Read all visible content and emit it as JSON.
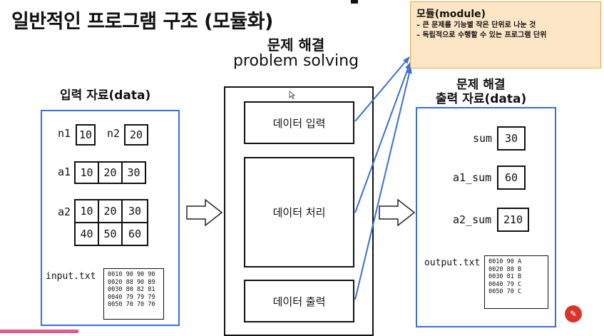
{
  "title": "일반적인 프로그램 구조 (모듈화)",
  "center": {
    "title": "문제 해결",
    "subtitle": "problem solving",
    "steps": [
      "데이터 입력",
      "데이터 처리",
      "데이터 출력"
    ]
  },
  "input_panel": {
    "heading": "입력 자료(data)",
    "n1": {
      "label": "n1",
      "value": "10"
    },
    "n2": {
      "label": "n2",
      "value": "20"
    },
    "a1": {
      "label": "a1",
      "values": [
        "10",
        "20",
        "30"
      ]
    },
    "a2": {
      "label": "a2",
      "values": [
        "10",
        "20",
        "30",
        "40",
        "50",
        "60"
      ]
    },
    "file_label": "input.txt",
    "file_lines": [
      "0010 90 90 90",
      "0020 88 90 89",
      "0030 80 82 81",
      "0040 79 79 79",
      "0050 70 70 70"
    ]
  },
  "output_panel": {
    "heading_line1": "문제 해결",
    "heading_line2": "출력 자료(data)",
    "sum": {
      "label": "sum",
      "value": "30"
    },
    "a1_sum": {
      "label": "a1_sum",
      "value": "60"
    },
    "a2_sum": {
      "label": "a2_sum",
      "value": "210"
    },
    "file_label": "output.txt",
    "file_lines": [
      "0010 90 A",
      "0020 88 B",
      "0030 81 B",
      "0040 79 C",
      "0050 70 C"
    ]
  },
  "note": {
    "title": "모듈(module)",
    "lines": [
      "– 큰 문제를 기능별 작은 단위로 나눈 것",
      "– 독립적으로 수행할 수 있는 프로그램 단위"
    ]
  },
  "colors": {
    "panel_border": "#3a6fd6",
    "connector": "#3a6fd6",
    "note_background": "#fde6c6",
    "note_border": "#e7a84a"
  }
}
